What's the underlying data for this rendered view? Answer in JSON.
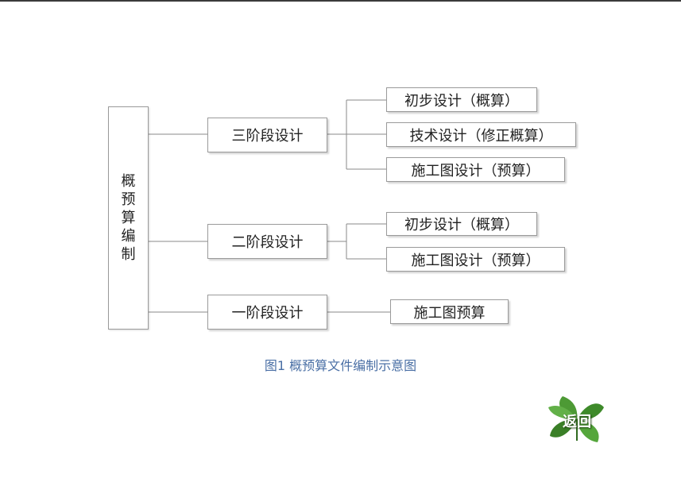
{
  "diagram": {
    "root": {
      "label": "概预算编制"
    },
    "stages": [
      {
        "label": "三阶段设计",
        "children": [
          "初步设计（概算）",
          "技术设计（修正概算）",
          "施工图设计（预算）"
        ]
      },
      {
        "label": "二阶段设计",
        "children": [
          "初步设计（概算）",
          "施工图设计（预算）"
        ]
      },
      {
        "label": "一阶段设计",
        "children": [
          "施工图预算"
        ]
      }
    ],
    "caption": "图1 概预算文件编制示意图"
  },
  "nav": {
    "back_label": "返回"
  },
  "colors": {
    "caption": "#4a6fa5",
    "leaf": "#3e8a2a",
    "line": "#8a8a8a"
  }
}
